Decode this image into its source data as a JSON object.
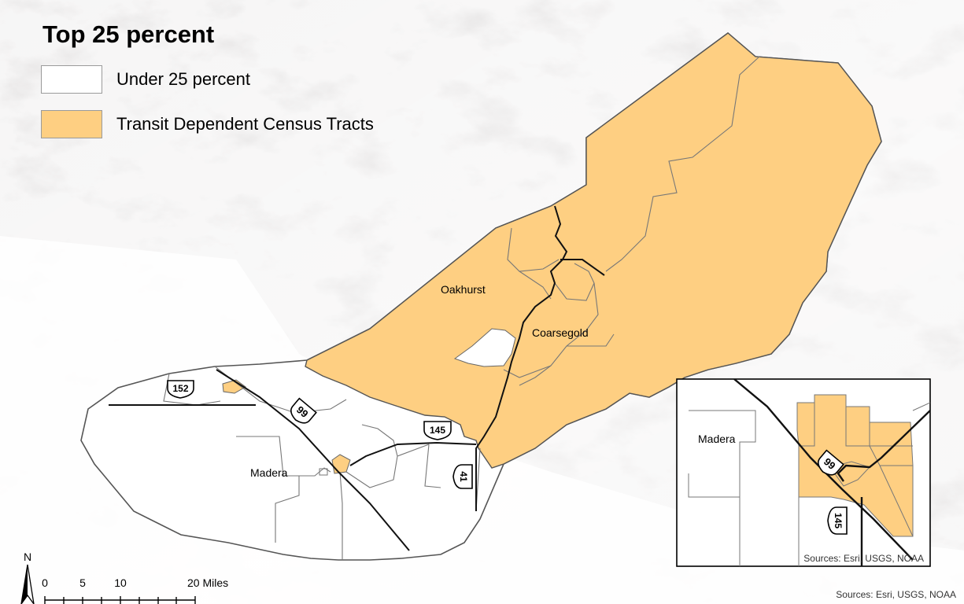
{
  "legend": {
    "title": "Top 25 percent",
    "items": [
      {
        "label": "Under 25 percent",
        "fill": "#ffffff"
      },
      {
        "label": "Transit Dependent Census Tracts",
        "fill": "#fecf82"
      }
    ]
  },
  "places": {
    "oakhurst": "Oakhurst",
    "coarsegold": "Coarsegold",
    "madera": "Madera"
  },
  "routes": {
    "r152": "152",
    "r99": "99",
    "r145": "145",
    "r41": "41"
  },
  "inset": {
    "place": "Madera",
    "route99": "99",
    "route145": "145",
    "attribution": "Sources: Esri, USGS, NOAA"
  },
  "scalebar": {
    "north": "N",
    "ticks": [
      "0",
      "5",
      "10",
      "20 Miles"
    ]
  },
  "attribution": "Sources: Esri, USGS, NOAA",
  "colors": {
    "tract_fill": "#fecf82",
    "boundary": "#555555",
    "tract_line": "#777777",
    "road": "#111111",
    "terrain": "#efeded"
  }
}
